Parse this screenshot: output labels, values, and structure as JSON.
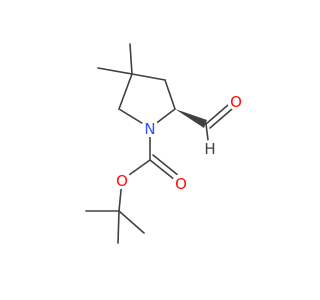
{
  "molecule": {
    "atoms": {
      "nitrogen": {
        "symbol": "N",
        "color": "#3050f8"
      },
      "carbonyl_oxygen": {
        "symbol": "O",
        "color": "#ff0d0d"
      },
      "ester_oxygen": {
        "symbol": "O",
        "color": "#ff0d0d"
      },
      "aldehyde_oxygen": {
        "symbol": "O",
        "color": "#ff0d0d"
      },
      "aldehyde_hydrogen": {
        "symbol": "H",
        "color": "#404040"
      }
    },
    "bond_color": "#404040",
    "stereo_bond": "wedge"
  }
}
